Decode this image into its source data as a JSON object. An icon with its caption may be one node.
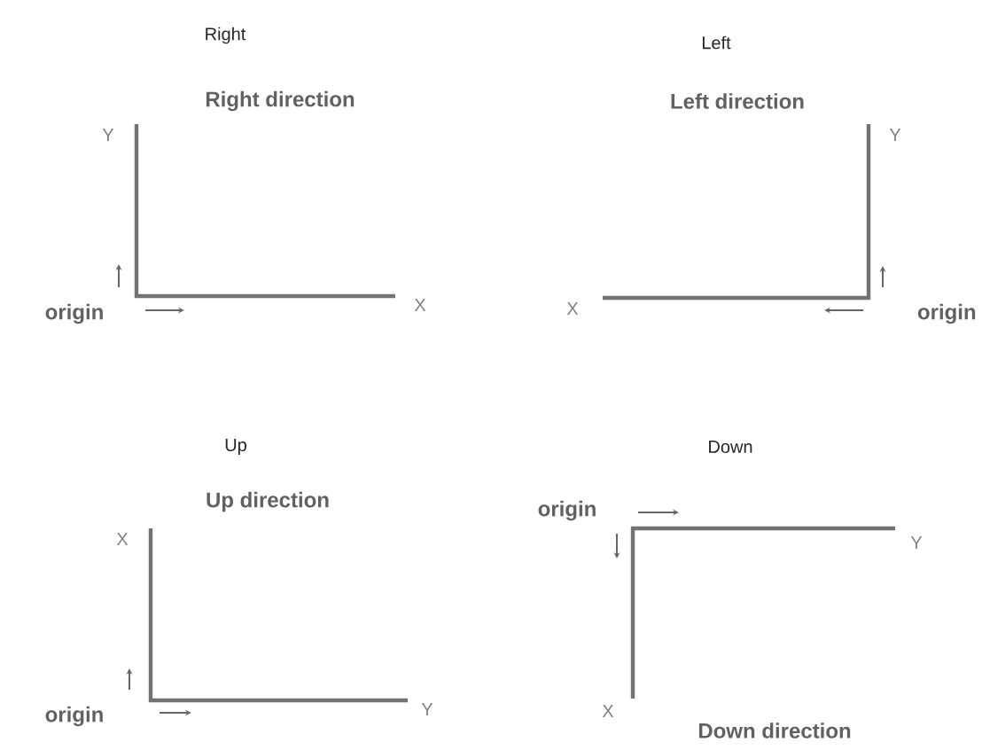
{
  "diagram": {
    "labels": [
      "Right",
      "Right direction",
      "Y",
      "origin",
      "X",
      "Left",
      "Left direction",
      "Y",
      "X",
      "origin",
      "Up",
      "Up direction",
      "X",
      "origin",
      "Y",
      "Down",
      "origin",
      "Y",
      "X",
      "Down direction"
    ]
  }
}
